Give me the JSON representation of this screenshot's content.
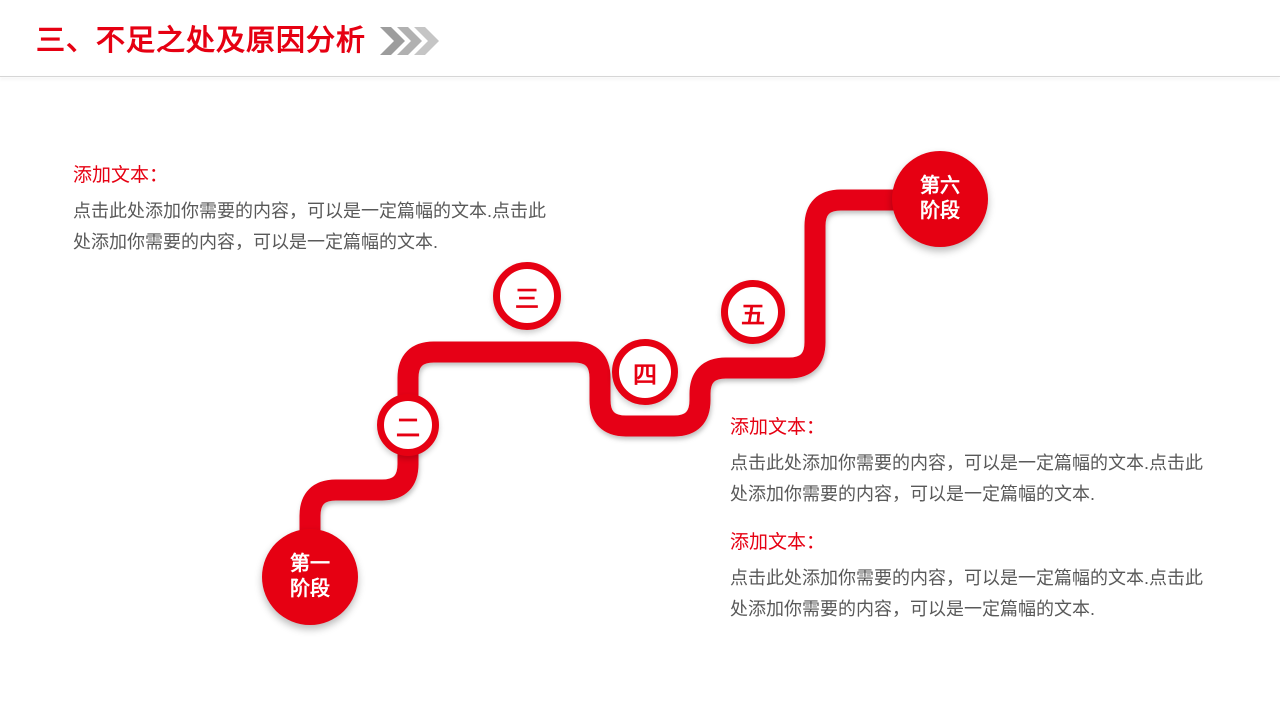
{
  "title": {
    "text": "三、不足之处及原因分析"
  },
  "chevrons": {
    "colors": [
      "#9d9d9d",
      "#b1b1b1",
      "#c5c5c5"
    ]
  },
  "colors": {
    "accent_red": "#e60012",
    "body_text": "#595959",
    "divider": "#d6d6d6",
    "major_circle_text": "#ffffff"
  },
  "text_blocks": [
    {
      "heading": "添加文本：",
      "body": "点击此处添加你需要的内容，可以是一定篇幅的文本.点击此处添加你需要的内容，可以是一定篇幅的文本."
    },
    {
      "heading": "添加文本：",
      "body": "点击此处添加你需要的内容，可以是一定篇幅的文本.点击此处添加你需要的内容，可以是一定篇幅的文本."
    },
    {
      "heading": "添加文本：",
      "body": "点击此处添加你需要的内容，可以是一定篇幅的文本.点击此处添加你需要的内容，可以是一定篇幅的文本."
    }
  ],
  "stages": [
    {
      "label": "第一阶段",
      "type": "major"
    },
    {
      "label": "二",
      "type": "minor"
    },
    {
      "label": "三",
      "type": "minor"
    },
    {
      "label": "四",
      "type": "minor"
    },
    {
      "label": "五",
      "type": "minor"
    },
    {
      "label": "第六阶段",
      "type": "major"
    }
  ]
}
